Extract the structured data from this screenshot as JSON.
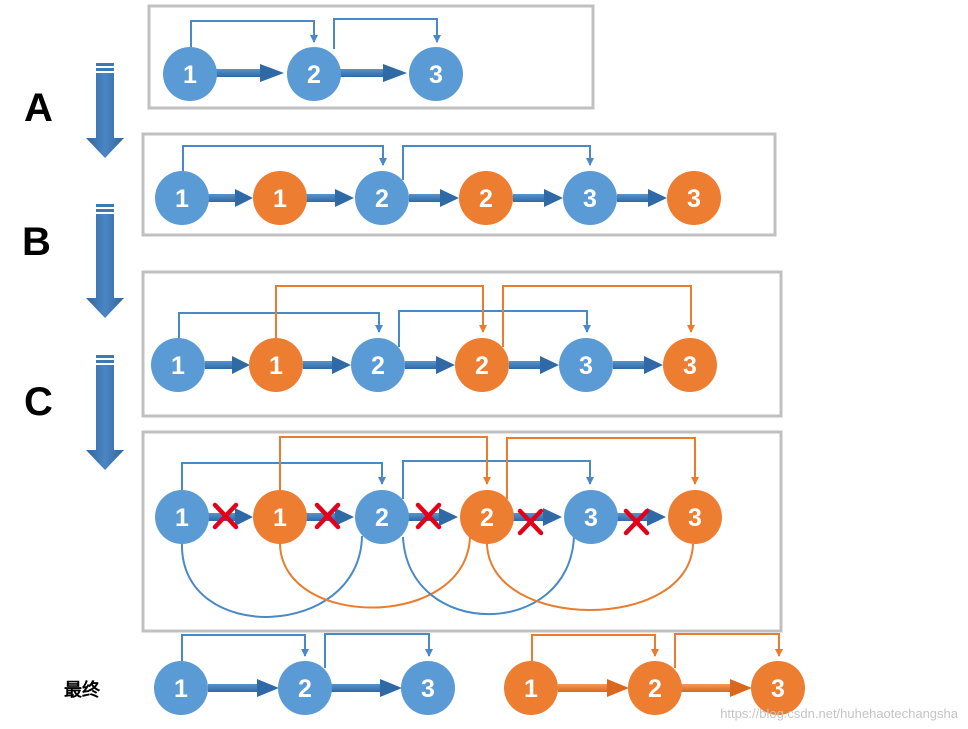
{
  "colors": {
    "blue": "#5b9bd5",
    "blue_line": "#4a89c8",
    "blue_arrow": "#3f7ab8",
    "orange": "#ed7d31",
    "orange_line": "#e87c2f",
    "frame": "#c0c0c0",
    "big_arrow": "#3c78b2",
    "cross": "#e3001b"
  },
  "steps": [
    {
      "label": "A"
    },
    {
      "label": "B"
    },
    {
      "label": "C"
    }
  ],
  "final_label": "最终",
  "watermark": "https://blog.csdn.net/huhehaotechangsha",
  "panels": [
    {
      "nodes": [
        {
          "label": "1",
          "color": "blue"
        },
        {
          "label": "2",
          "color": "blue"
        },
        {
          "label": "3",
          "color": "blue"
        }
      ]
    },
    {
      "nodes": [
        {
          "label": "1",
          "color": "blue"
        },
        {
          "label": "1",
          "color": "orange"
        },
        {
          "label": "2",
          "color": "blue"
        },
        {
          "label": "2",
          "color": "orange"
        },
        {
          "label": "3",
          "color": "blue"
        },
        {
          "label": "3",
          "color": "orange"
        }
      ]
    },
    {
      "nodes": [
        {
          "label": "1",
          "color": "blue"
        },
        {
          "label": "1",
          "color": "orange"
        },
        {
          "label": "2",
          "color": "blue"
        },
        {
          "label": "2",
          "color": "orange"
        },
        {
          "label": "3",
          "color": "blue"
        },
        {
          "label": "3",
          "color": "orange"
        }
      ]
    },
    {
      "nodes": [
        {
          "label": "1",
          "color": "blue"
        },
        {
          "label": "1",
          "color": "orange"
        },
        {
          "label": "2",
          "color": "blue"
        },
        {
          "label": "2",
          "color": "orange"
        },
        {
          "label": "3",
          "color": "blue"
        },
        {
          "label": "3",
          "color": "orange"
        }
      ]
    }
  ],
  "final_lists": [
    {
      "name": "original",
      "nodes": [
        {
          "label": "1",
          "color": "blue"
        },
        {
          "label": "2",
          "color": "blue"
        },
        {
          "label": "3",
          "color": "blue"
        }
      ]
    },
    {
      "name": "copy",
      "nodes": [
        {
          "label": "1",
          "color": "orange"
        },
        {
          "label": "2",
          "color": "orange"
        },
        {
          "label": "3",
          "color": "orange"
        }
      ]
    }
  ]
}
